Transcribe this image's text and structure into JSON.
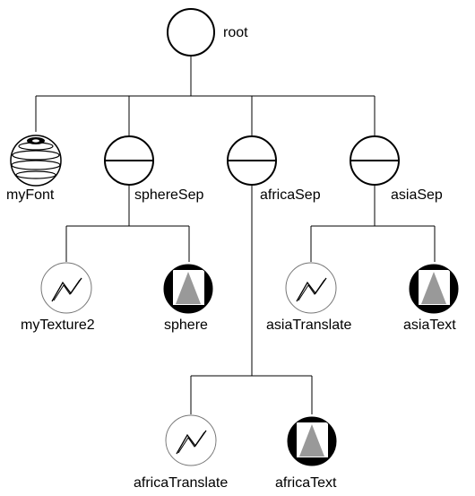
{
  "nodes": {
    "root": {
      "label": "root",
      "kind": "group"
    },
    "myFont": {
      "label": "myFont",
      "kind": "font"
    },
    "sphereSep": {
      "label": "sphereSep",
      "kind": "separator"
    },
    "africaSep": {
      "label": "africaSep",
      "kind": "separator"
    },
    "asiaSep": {
      "label": "asiaSep",
      "kind": "separator"
    },
    "myTexture2": {
      "label": "myTexture2",
      "kind": "transform"
    },
    "sphere": {
      "label": "sphere",
      "kind": "shape"
    },
    "asiaTranslate": {
      "label": "asiaTranslate",
      "kind": "transform"
    },
    "asiaText": {
      "label": "asiaText",
      "kind": "shape"
    },
    "africaTranslate": {
      "label": "africaTranslate",
      "kind": "transform"
    },
    "africaText": {
      "label": "africaText",
      "kind": "shape"
    }
  },
  "edges": [
    [
      "root",
      "myFont"
    ],
    [
      "root",
      "sphereSep"
    ],
    [
      "root",
      "africaSep"
    ],
    [
      "root",
      "asiaSep"
    ],
    [
      "sphereSep",
      "myTexture2"
    ],
    [
      "sphereSep",
      "sphere"
    ],
    [
      "asiaSep",
      "asiaTranslate"
    ],
    [
      "asiaSep",
      "asiaText"
    ],
    [
      "africaSep",
      "africaTranslate"
    ],
    [
      "africaSep",
      "africaText"
    ]
  ],
  "colors": {
    "line": "#000000",
    "shape_fill": "#999999",
    "transform_stroke": "#777777"
  }
}
